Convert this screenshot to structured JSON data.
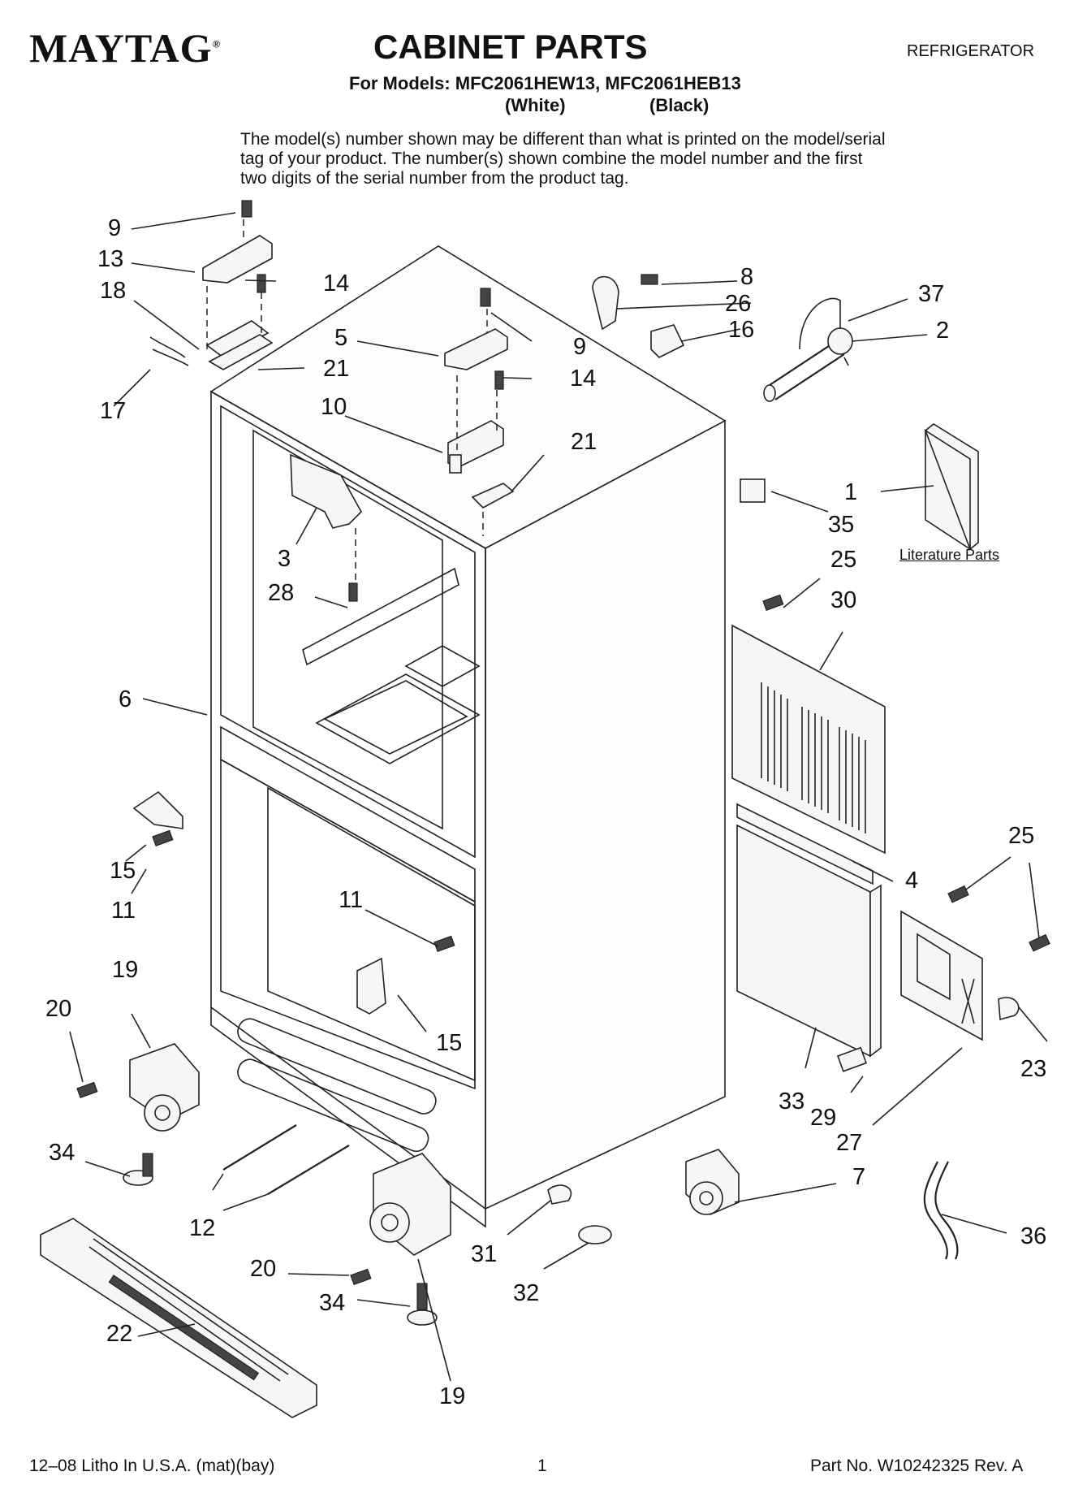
{
  "header": {
    "brand": "MAYTAG",
    "brand_mark": "®",
    "title": "CABINET PARTS",
    "appliance": "REFRIGERATOR",
    "models_line": "For Models: MFC2061HEW13, MFC2061HEB13",
    "model_color_1": "(White)",
    "model_color_2": "(Black)",
    "note": "The model(s) number shown may be different than what is printed on the model/serial tag of your product. The number(s) shown combine the model number and the first two digits of the serial number from the product tag."
  },
  "literature_label": "Literature Parts",
  "callouts": {
    "c9a": "9",
    "c13": "13",
    "c18": "18",
    "c14a": "14",
    "c21a": "21",
    "c17": "17",
    "c5": "5",
    "c9b": "9",
    "c14b": "14",
    "c10": "10",
    "c21b": "21",
    "c8": "8",
    "c26": "26",
    "c16": "16",
    "c37": "37",
    "c2": "2",
    "c1": "1",
    "c35": "35",
    "c25a": "25",
    "c30": "30",
    "c3": "3",
    "c28": "28",
    "c6": "6",
    "c15a": "15",
    "c11a": "11",
    "c11b": "11",
    "c15b": "15",
    "c19a": "19",
    "c20a": "20",
    "c34a": "34",
    "c12": "12",
    "c20b": "20",
    "c34b": "34",
    "c22": "22",
    "c19b": "19",
    "c31": "31",
    "c32": "32",
    "c7": "7",
    "c36": "36",
    "c4": "4",
    "c25b": "25",
    "c23": "23",
    "c33": "33",
    "c29": "29",
    "c27": "27"
  },
  "footer": {
    "left": "12–08 Litho In U.S.A. (mat)(bay)",
    "page": "1",
    "right": "Part No. W10242325 Rev. A"
  }
}
